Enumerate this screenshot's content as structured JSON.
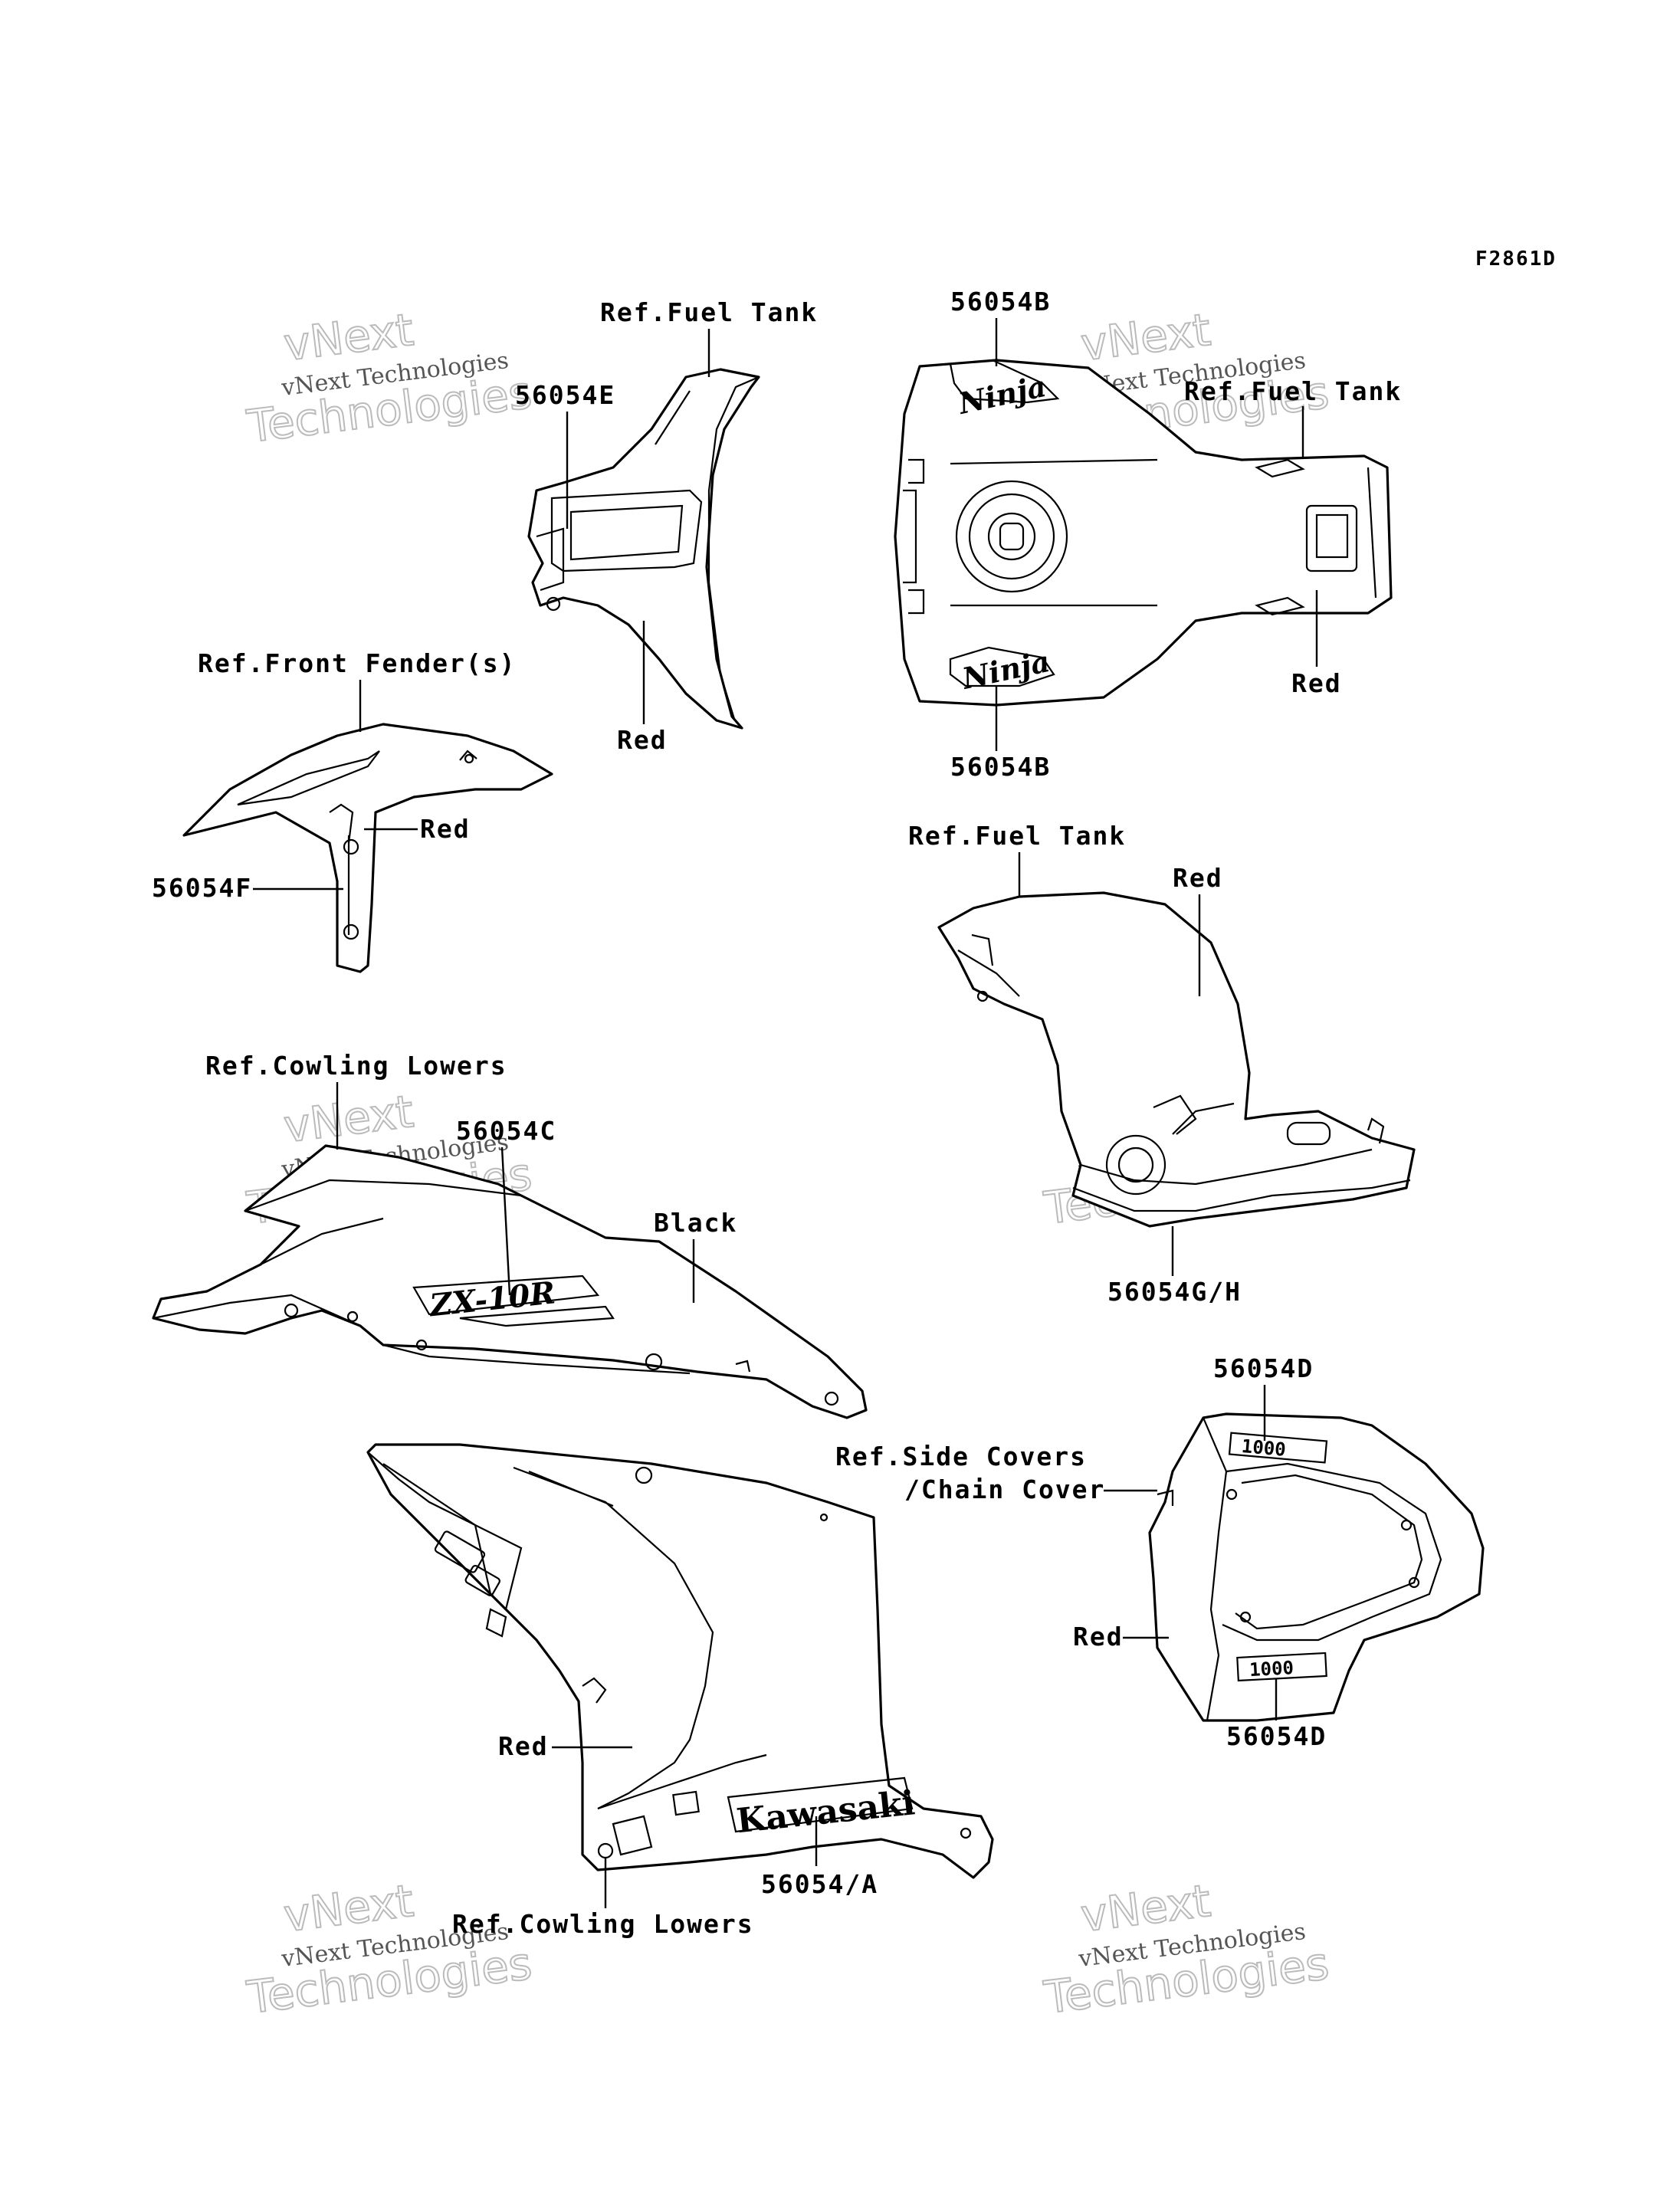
{
  "diagram": {
    "figure_code": "F2861D",
    "labels": {
      "ref_fuel_tank_1": "Ref.Fuel Tank",
      "ref_fuel_tank_2": "Ref.Fuel Tank",
      "ref_fuel_tank_3": "Ref.Fuel Tank",
      "ref_front_fender": "Ref.Front Fender(s)",
      "ref_cowling_lowers_1": "Ref.Cowling Lowers",
      "ref_cowling_lowers_2": "Ref.Cowling Lowers",
      "ref_side_covers_1": "Ref.Side Covers",
      "ref_side_covers_2": "/Chain Cover",
      "part_56054E": "56054E",
      "part_56054B_top": "56054B",
      "part_56054B_bottom": "56054B",
      "part_56054F": "56054F",
      "part_56054C": "56054C",
      "part_56054GH": "56054G/H",
      "part_56054D_top": "56054D",
      "part_56054D_bottom": "56054D",
      "part_56054A": "56054/A",
      "color_red_1": "Red",
      "color_red_2": "Red",
      "color_red_3": "Red",
      "color_red_4": "Red",
      "color_red_5": "Red",
      "color_red_6": "Red",
      "color_black": "Black"
    },
    "decals": {
      "ninja": "Ninja",
      "zx10r": "ZX-10R",
      "kawasaki": "Kawasaki",
      "badge_1000": "1000"
    },
    "watermark": {
      "line1": "vNext Technologies",
      "line2a": "vNext",
      "line2b": "Technologies"
    }
  }
}
